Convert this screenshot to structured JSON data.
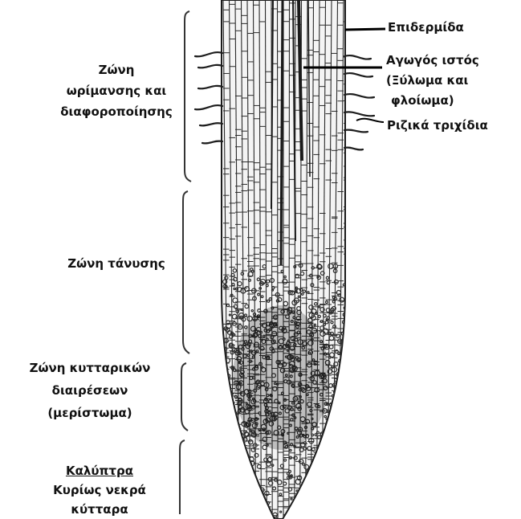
{
  "labels": {
    "epidermis": "Επιδερμίδα",
    "vascular_line1": "Αγωγός ιστός",
    "vascular_line2": "(Ξύλωμα και",
    "vascular_line3": "φλοίωμα)",
    "root_hairs": "Ριζικά τριχίδια",
    "maturation_line1": "Ζώνη",
    "maturation_line2": "ωρίμανσης και",
    "maturation_line3": "διαφοροποίησης",
    "elongation": "Ζώνη τάνυσης",
    "division_line1": "Ζώνη κυτταρικών",
    "division_line2": "διαιρέσεων",
    "division_line3": "(μερίστωμα)",
    "cap_title": "Καλύπτρα",
    "cap_line2": "Κυρίως νεκρά",
    "cap_line3": "κύτταρα"
  },
  "colors": {
    "ink": "#111111",
    "tissue": "#2a2a2a",
    "background": "#ffffff"
  }
}
